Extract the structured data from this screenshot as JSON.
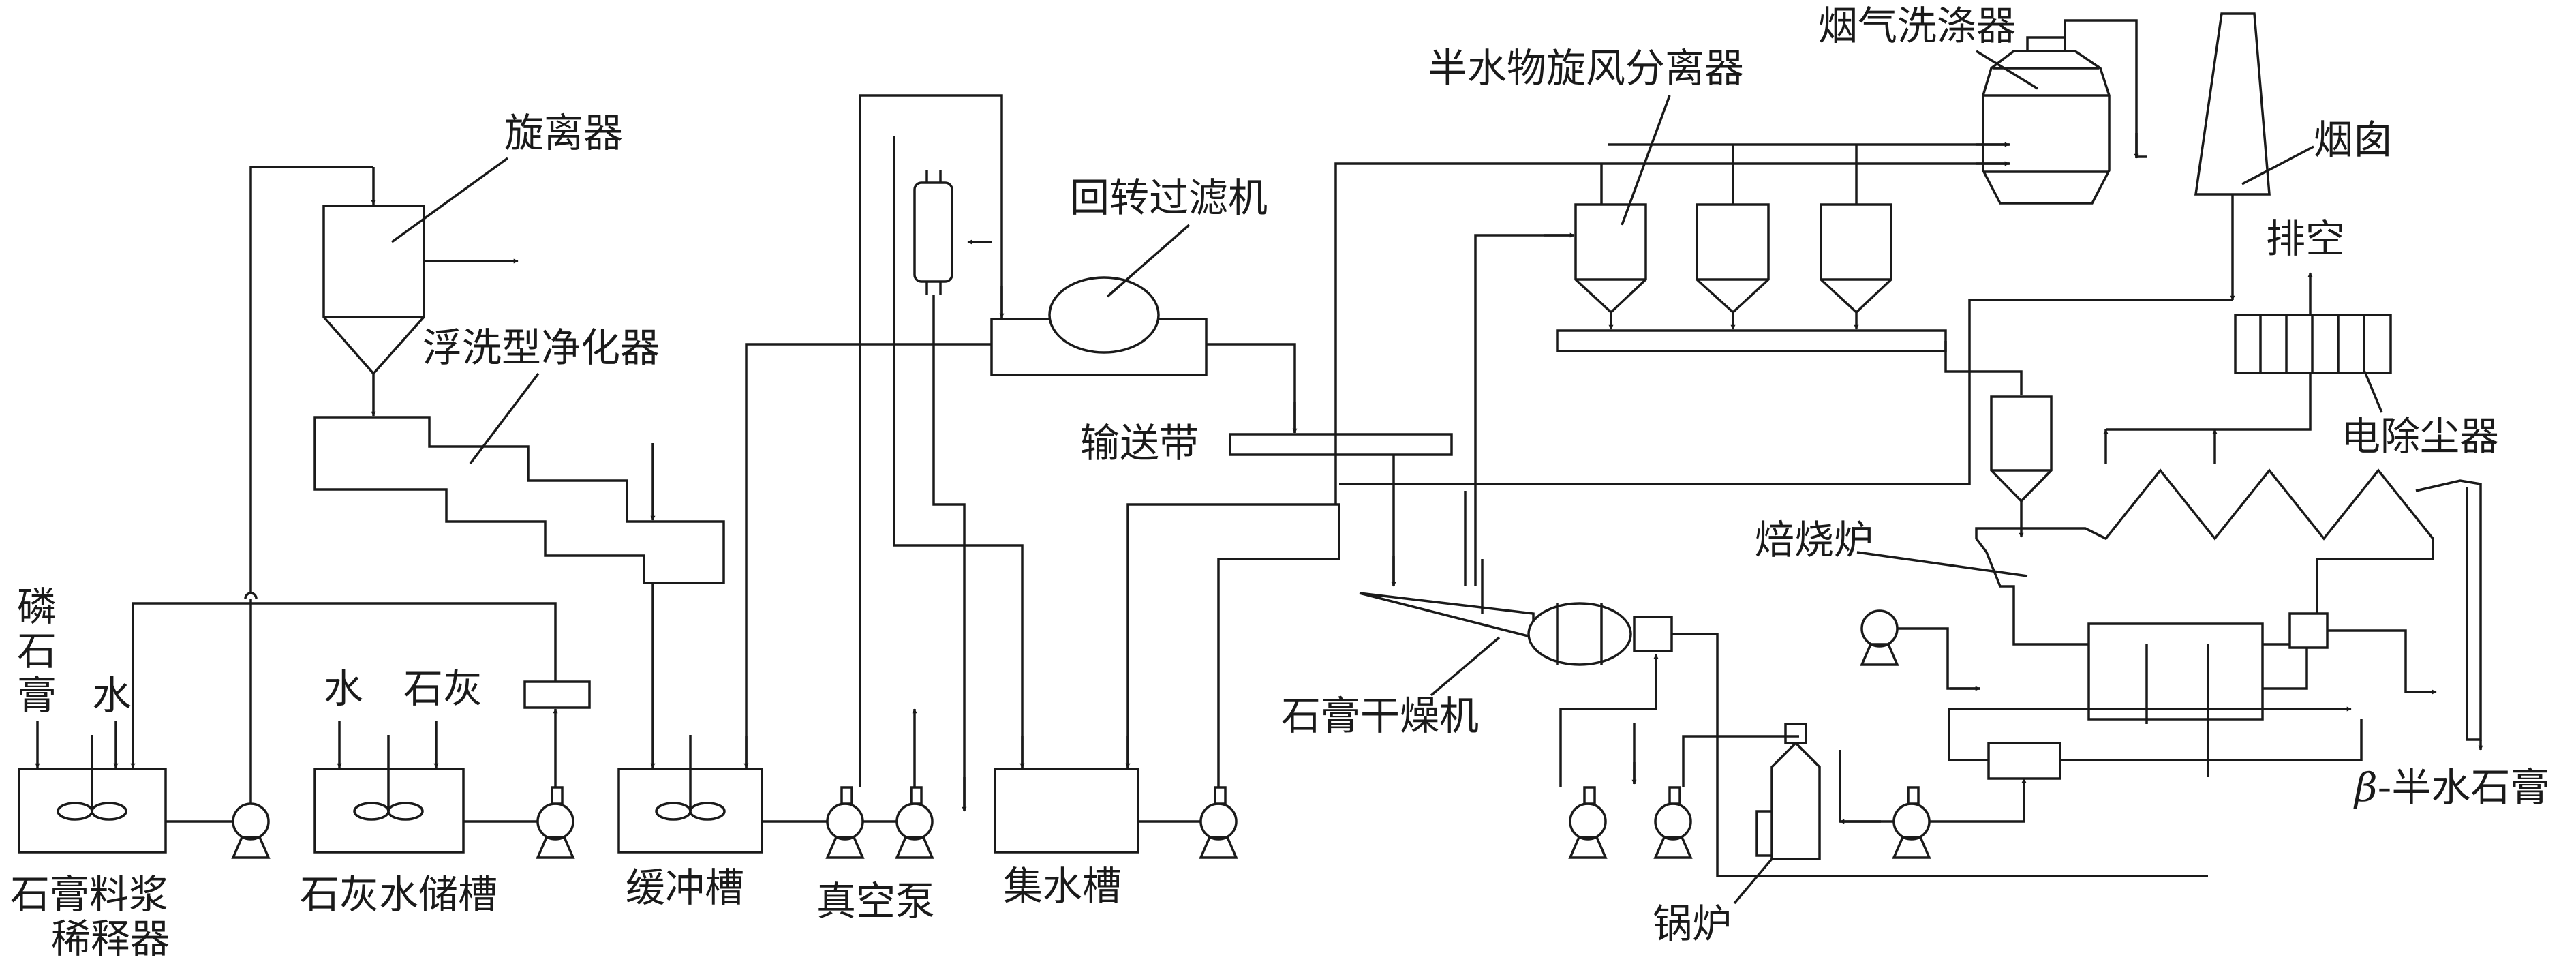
{
  "labels": {
    "cyclone": "旋离器",
    "flotation_purifier": "浮洗型净化器",
    "slurry_diluter_line1": "石膏料浆",
    "slurry_diluter_line2": "稀释器",
    "phosphogypsum_1": "磷",
    "phosphogypsum_2": "石",
    "phosphogypsum_3": "膏",
    "water_1": "水",
    "water_2": "水",
    "lime": "石灰",
    "lime_tank": "石灰水储槽",
    "buffer_tank": "缓冲槽",
    "vacuum_pump": "真空泵",
    "rotary_filter": "回转过滤机",
    "conveyor": "输送带",
    "collecting_tank": "集水槽",
    "gypsum_dryer": "石膏干燥机",
    "hemihydrate_cyclone": "半水物旋风分离器",
    "flue_gas_scrubber": "烟气洗涤器",
    "chimney": "烟囱",
    "vent": "排空",
    "electrostatic_precipitator": "电除尘器",
    "roaster": "焙烧炉",
    "boiler": "锅炉",
    "product_beta": "β",
    "product_rest": "-半水石膏"
  },
  "colors": {
    "line": "#1a1a1a",
    "background": "#ffffff"
  }
}
